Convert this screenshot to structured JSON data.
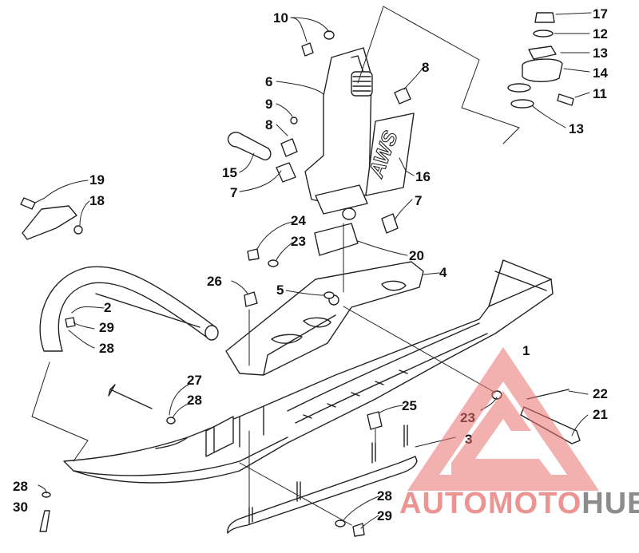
{
  "callouts": [
    {
      "id": "c1",
      "label": "1"
    },
    {
      "id": "c2",
      "label": "2"
    },
    {
      "id": "c3",
      "label": "3"
    },
    {
      "id": "c4",
      "label": "4"
    },
    {
      "id": "c5",
      "label": "5"
    },
    {
      "id": "c6",
      "label": "6"
    },
    {
      "id": "c7a",
      "label": "7"
    },
    {
      "id": "c7b",
      "label": "7"
    },
    {
      "id": "c8a",
      "label": "8"
    },
    {
      "id": "c8b",
      "label": "8"
    },
    {
      "id": "c9",
      "label": "9"
    },
    {
      "id": "c10",
      "label": "10"
    },
    {
      "id": "c11",
      "label": "11"
    },
    {
      "id": "c12",
      "label": "12"
    },
    {
      "id": "c13a",
      "label": "13"
    },
    {
      "id": "c13b",
      "label": "13"
    },
    {
      "id": "c14",
      "label": "14"
    },
    {
      "id": "c15",
      "label": "15"
    },
    {
      "id": "c16",
      "label": "16"
    },
    {
      "id": "c17",
      "label": "17"
    },
    {
      "id": "c18",
      "label": "18"
    },
    {
      "id": "c19",
      "label": "19"
    },
    {
      "id": "c20",
      "label": "20"
    },
    {
      "id": "c21",
      "label": "21"
    },
    {
      "id": "c22",
      "label": "22"
    },
    {
      "id": "c23a",
      "label": "23"
    },
    {
      "id": "c23b",
      "label": "23"
    },
    {
      "id": "c24",
      "label": "24"
    },
    {
      "id": "c25",
      "label": "25"
    },
    {
      "id": "c26",
      "label": "26"
    },
    {
      "id": "c27",
      "label": "27"
    },
    {
      "id": "c28a",
      "label": "28"
    },
    {
      "id": "c28b",
      "label": "28"
    },
    {
      "id": "c28c",
      "label": "28"
    },
    {
      "id": "c28d",
      "label": "28"
    },
    {
      "id": "c29a",
      "label": "29"
    },
    {
      "id": "c29b",
      "label": "29"
    },
    {
      "id": "c30",
      "label": "30"
    }
  ],
  "decal_text": "AWS",
  "watermark": {
    "part1": "AUTOMOTO",
    "part2": "HUB",
    "accent": "#e8706c",
    "gray": "#7a7a7a"
  }
}
